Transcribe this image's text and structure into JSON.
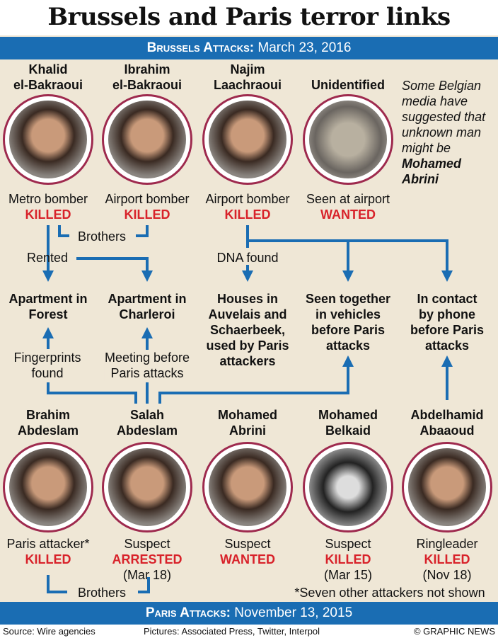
{
  "title": "Brussels and Paris terror links",
  "brussels_band": {
    "label": "Brussels Attacks:",
    "date": "March 23, 2016"
  },
  "paris_band": {
    "label": "Paris Attacks:",
    "date": "November 13, 2015"
  },
  "brussels_people": [
    {
      "name1": "Khalid",
      "name2": "el-Bakraoui",
      "role": "Metro bomber",
      "status": "KILLED"
    },
    {
      "name1": "Ibrahim",
      "name2": "el-Bakraoui",
      "role": "Airport bomber",
      "status": "KILLED"
    },
    {
      "name1": "Najim",
      "name2": "Laachraoui",
      "role": "Airport bomber",
      "status": "KILLED"
    },
    {
      "name1": "",
      "name2": "Unidentified",
      "role": "Seen at airport",
      "status": "WANTED"
    }
  ],
  "note": {
    "text": "Some Belgian media have suggested that unknown man might be",
    "name": "Mohamed Abrini"
  },
  "links": {
    "brothers_top": "Brothers",
    "rented": "Rented",
    "dna": "DNA found",
    "fingerprints1": "Fingerprints",
    "fingerprints2": "found",
    "meeting1": "Meeting before",
    "meeting2": "Paris attacks",
    "brothers_bottom": "Brothers"
  },
  "boxes": [
    {
      "lines": [
        "Apartment in",
        "Forest"
      ]
    },
    {
      "lines": [
        "Apartment in",
        "Charleroi"
      ]
    },
    {
      "lines": [
        "Houses in",
        "Auvelais and",
        "Schaerbeek,",
        "used by Paris",
        "attackers"
      ]
    },
    {
      "lines": [
        "Seen together",
        "in vehicles",
        "before Paris",
        "attacks"
      ]
    },
    {
      "lines": [
        "In contact",
        "by phone",
        "before Paris",
        "attacks"
      ]
    }
  ],
  "paris_people": [
    {
      "name1": "Brahim",
      "name2": "Abdeslam",
      "role": "Paris attacker*",
      "status": "KILLED",
      "date": ""
    },
    {
      "name1": "Salah",
      "name2": "Abdeslam",
      "role": "Suspect",
      "status": "ARRESTED",
      "date": "(Mar 18)"
    },
    {
      "name1": "Mohamed",
      "name2": "Abrini",
      "role": "Suspect",
      "status": "WANTED",
      "date": ""
    },
    {
      "name1": "Mohamed",
      "name2": "Belkaid",
      "role": "Suspect",
      "status": "KILLED",
      "date": "(Mar 15)"
    },
    {
      "name1": "Abdelhamid",
      "name2": "Abaaoud",
      "role": "Ringleader",
      "status": "KILLED",
      "date": "(Nov 18)"
    }
  ],
  "footnote": "*Seven other attackers not shown",
  "footer": {
    "source": "Source: Wire agencies",
    "pictures": "Pictures: Associated Press, Twitter, Interpol",
    "credit": "© GRAPHIC NEWS"
  },
  "colors": {
    "band": "#1a6db3",
    "red": "#d8222a",
    "background": "#efe7d6",
    "ring": "#9e2a4e"
  }
}
